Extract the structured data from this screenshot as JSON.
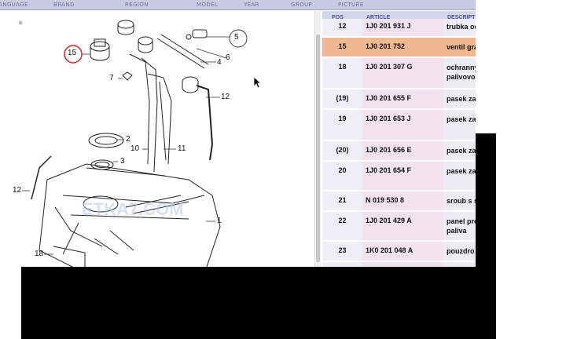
{
  "breadcrumb": [
    "ANGUAGE",
    "BRAND",
    "REGION",
    "MODEL",
    "YEAR",
    "GROUP",
    "PICTURE"
  ],
  "table": {
    "headers": {
      "pos": "POS",
      "article": "ARTICLE",
      "description": "DESCRIPT"
    },
    "rows": [
      {
        "pos": "12",
        "article": "1J0 201 931 J",
        "desc1": "trubka od",
        "desc2": "",
        "selected": false
      },
      {
        "pos": "15",
        "article": "1J0 201 752",
        "desc1": "ventil gra",
        "desc2": "",
        "selected": true
      },
      {
        "pos": "18",
        "article": "1J0 201 307 G",
        "desc1": "ochranny",
        "desc2": "palivovou",
        "selected": false
      },
      {
        "pos": "(19)",
        "article": "1J0 201 655 F",
        "desc1": "pasek za",
        "desc2": "",
        "selected": false
      },
      {
        "pos": "19",
        "article": "1J0 201 653 J",
        "desc1": "pasek za",
        "desc2": "",
        "selected": false
      },
      {
        "pos": "(20)",
        "article": "1J0 201 656 E",
        "desc1": "pasek za",
        "desc2": "",
        "selected": false
      },
      {
        "pos": "20",
        "article": "1J0 201 654 F",
        "desc1": "pasek za",
        "desc2": "",
        "selected": false
      },
      {
        "pos": "21",
        "article": "N   019 530 8",
        "desc1": "sroub s s",
        "desc2": "",
        "selected": false
      },
      {
        "pos": "22",
        "article": "1J0 201 429 A",
        "desc1": "panel pro",
        "desc2": "paliva",
        "selected": false
      },
      {
        "pos": "23",
        "article": "1K0 201 048 A",
        "desc1": "pouzdro",
        "desc2": "",
        "selected": false
      }
    ]
  },
  "diagram": {
    "callouts": [
      "15",
      "7",
      "5",
      "6",
      "4",
      "12",
      "2",
      "10",
      "11",
      "3",
      "12",
      "1",
      "18"
    ],
    "highlighted_callout": "15"
  },
  "colors": {
    "highlight_row": "#f0b891",
    "callout_circle": "#d62020",
    "header_bg": "#d4d6ee"
  }
}
